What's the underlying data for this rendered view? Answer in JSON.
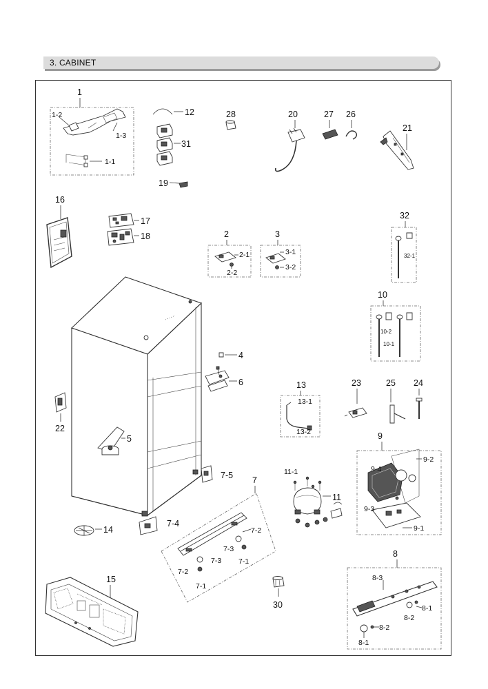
{
  "header": {
    "title": "3. CABINET"
  },
  "labels": {
    "p1": "1",
    "p1_2": "1-2",
    "p1_3": "1-3",
    "p1_1": "1-1",
    "p12": "12",
    "p31": "31",
    "p19": "19",
    "p28": "28",
    "p20": "20",
    "p27": "27",
    "p26": "26",
    "p21": "21",
    "p16": "16",
    "p17": "17",
    "p18": "18",
    "p2": "2",
    "p2_1": "2-1",
    "p2_2": "2-2",
    "p3": "3",
    "p3_1": "3-1",
    "p3_2": "3-2",
    "p32": "32",
    "p32_1": "32-1",
    "p10": "10",
    "p10_2": "10-2",
    "p10_1": "10-1",
    "p4": "4",
    "p6": "6",
    "p22": "22",
    "p5": "5",
    "p13": "13",
    "p13_1": "13-1",
    "p13_2": "13-2",
    "p23": "23",
    "p25": "25",
    "p24": "24",
    "p9": "9",
    "p9_4": "9-4",
    "p9_2": "9-2",
    "p9_3": "9-3",
    "p9_1": "9-1",
    "p7_5": "7-5",
    "p7": "7",
    "p11_1": "11-1",
    "p11": "11",
    "p7_4": "7-4",
    "p14": "14",
    "p7_2a": "7-2",
    "p7_3a": "7-3",
    "p7_1a": "7-1",
    "p7_3b": "7-3",
    "p7_2b": "7-2",
    "p7_1b": "7-1",
    "p8": "8",
    "p8_3": "8-3",
    "p8_1a": "8-1",
    "p8_2a": "8-2",
    "p8_2b": "8-2",
    "p8_1b": "8-1",
    "p15": "15",
    "p30": "30"
  }
}
